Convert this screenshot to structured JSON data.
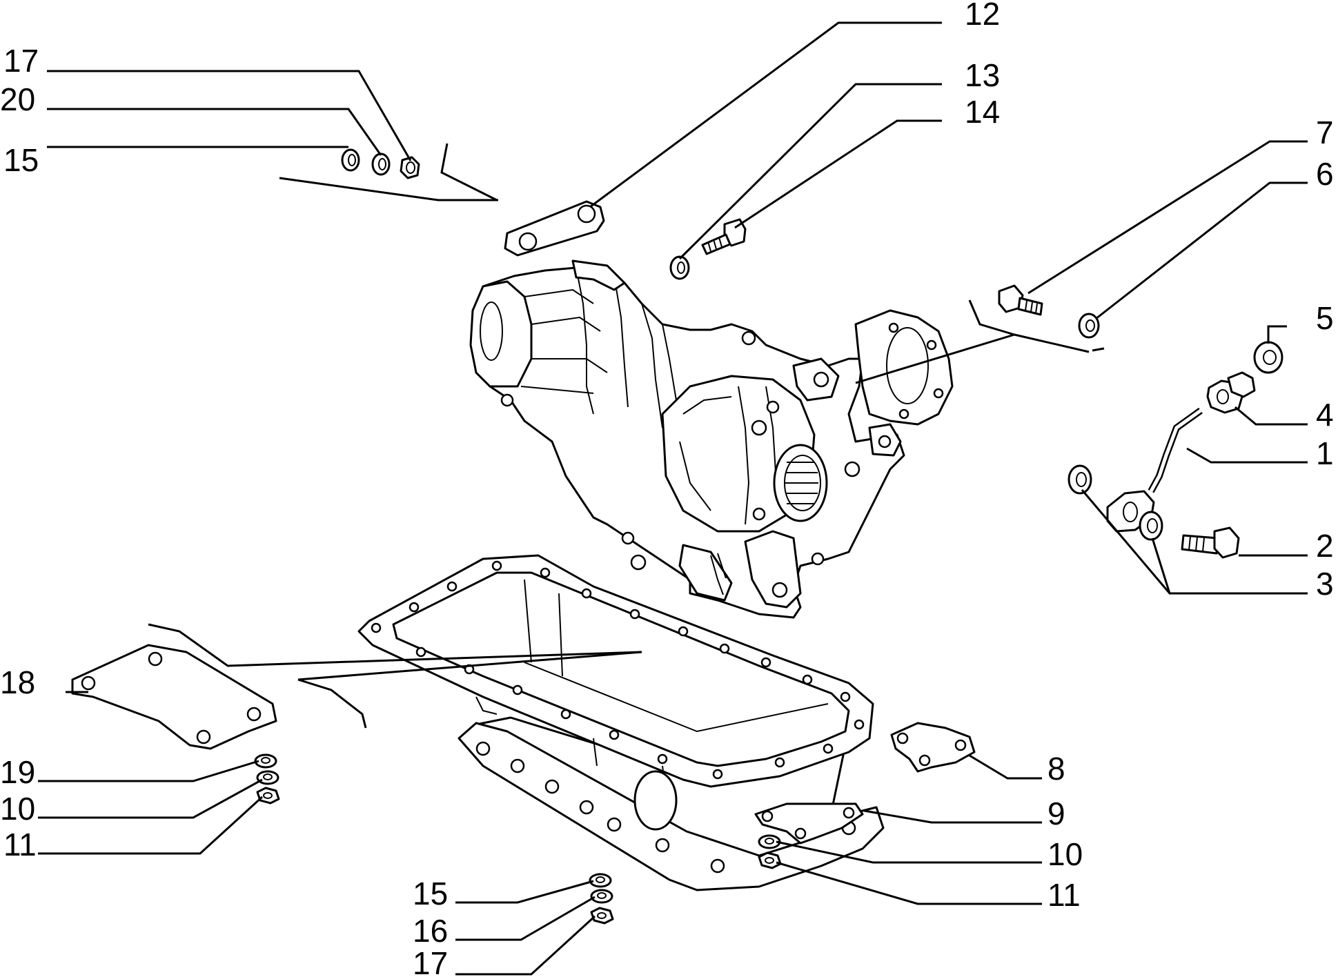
{
  "callouts": [
    {
      "id": "c12a",
      "label": "12"
    },
    {
      "id": "c17a",
      "label": "17"
    },
    {
      "id": "c20",
      "label": "20"
    },
    {
      "id": "c15a",
      "label": "15"
    },
    {
      "id": "c13",
      "label": "13"
    },
    {
      "id": "c14",
      "label": "14"
    },
    {
      "id": "c7",
      "label": "7"
    },
    {
      "id": "c6",
      "label": "6"
    },
    {
      "id": "c5",
      "label": "5"
    },
    {
      "id": "c4",
      "label": "4"
    },
    {
      "id": "c1",
      "label": "1"
    },
    {
      "id": "c2",
      "label": "2"
    },
    {
      "id": "c3",
      "label": "3"
    },
    {
      "id": "c18",
      "label": "18"
    },
    {
      "id": "c19",
      "label": "19"
    },
    {
      "id": "c10a",
      "label": "10"
    },
    {
      "id": "c11a",
      "label": "11"
    },
    {
      "id": "c8",
      "label": "8"
    },
    {
      "id": "c9",
      "label": "9"
    },
    {
      "id": "c10b",
      "label": "10"
    },
    {
      "id": "c11b",
      "label": "11"
    },
    {
      "id": "c15b",
      "label": "15"
    },
    {
      "id": "c16",
      "label": "16"
    },
    {
      "id": "c17b",
      "label": "17"
    }
  ]
}
